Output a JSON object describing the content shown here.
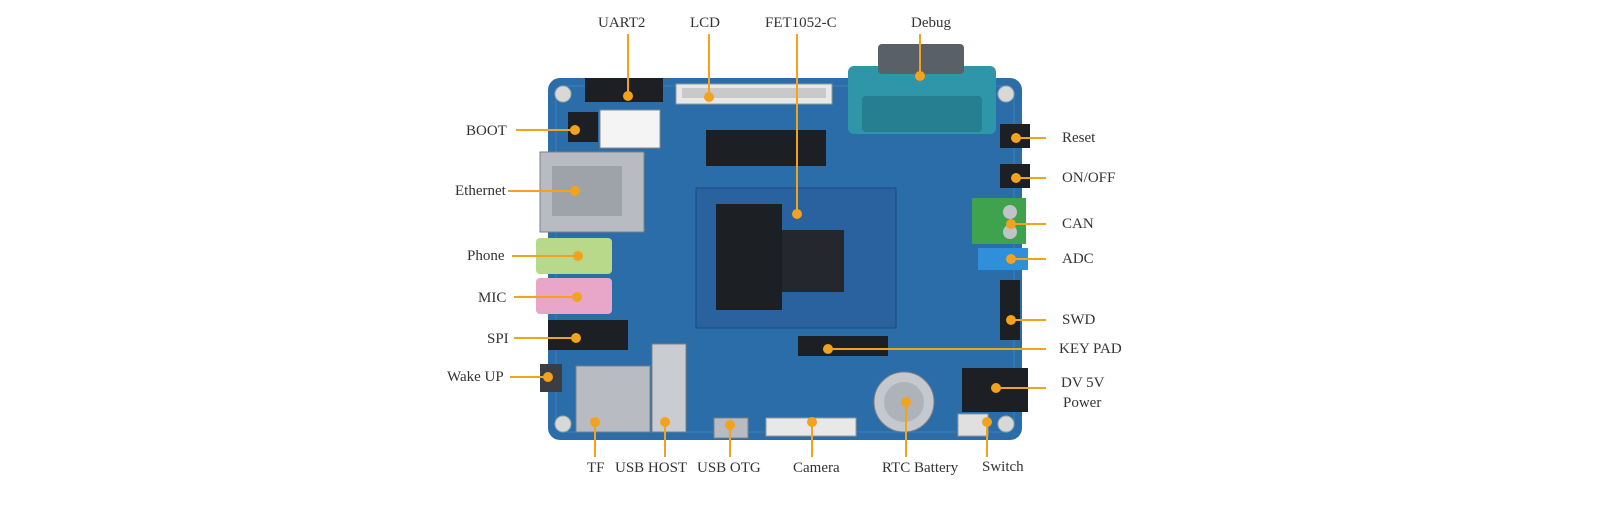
{
  "colors": {
    "pcb": "#2b6da8",
    "pcb_dark": "#1f5a92",
    "pointer": "#f2a21c",
    "label_text": "#333333",
    "db9_connector": "#2e96a8",
    "terminal_green": "#3fa34d",
    "phone_jack": "#b9d98a",
    "mic_jack": "#e8a7c8",
    "adc_pot": "#2f8fd8",
    "chip": "#1c1f24",
    "silver": "#b8bcc2"
  },
  "labels": {
    "uart2": "UART2",
    "lcd": "LCD",
    "fet1052": "FET1052-C",
    "debug": "Debug",
    "boot": "BOOT",
    "ethernet": "Ethernet",
    "phone": "Phone",
    "mic": "MIC",
    "spi": "SPI",
    "wakeup": "Wake UP",
    "reset": "Reset",
    "onoff": "ON/OFF",
    "can": "CAN",
    "adc": "ADC",
    "swd": "SWD",
    "keypad": "KEY PAD",
    "dv5v_line1": "DV 5V",
    "dv5v_line2": "Power",
    "tf": "TF",
    "usbhost": "USB HOST",
    "usbotg": "USB OTG",
    "camera": "Camera",
    "rtc": "RTC Battery",
    "switch": "Switch"
  }
}
